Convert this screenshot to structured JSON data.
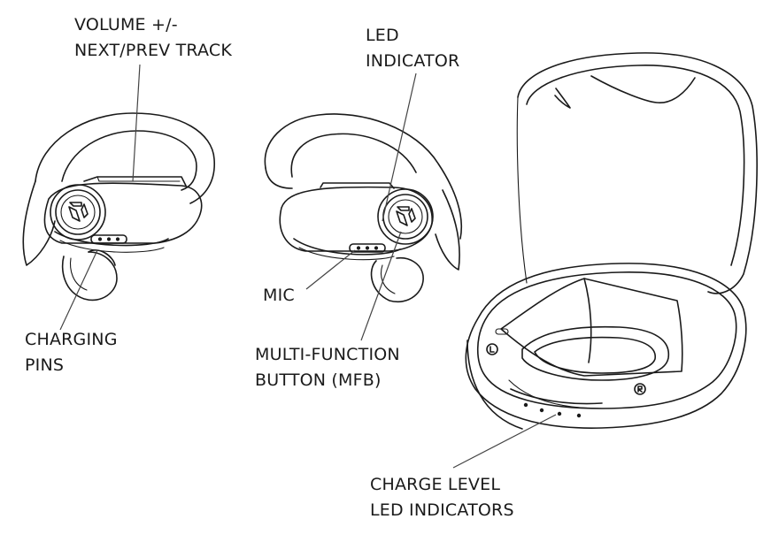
{
  "labels": {
    "volume_line1": "VOLUME +/-",
    "volume_line2": "NEXT/PREV TRACK",
    "led_line1": "LED",
    "led_line2": "INDICATOR",
    "mic": "MIC",
    "charging_line1": "CHARGING",
    "charging_line2": "PINS",
    "mfb_line1": "MULTI-FUNCTION",
    "mfb_line2": "BUTTON (MFB)",
    "charge_line1": "CHARGE LEVEL",
    "charge_line2": "LED INDICATORS"
  },
  "colors": {
    "ink": "#1a1a1a",
    "background": "#ffffff"
  },
  "icons": [
    "left-earbud-illustration",
    "right-earbud-illustration",
    "charging-case-illustration",
    "brand-logo-icon",
    "left-marker-icon",
    "right-marker-icon"
  ]
}
